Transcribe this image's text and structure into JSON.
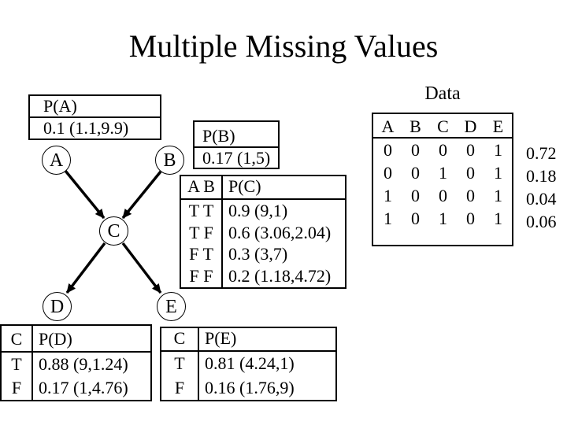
{
  "slide": {
    "title": "Multiple Missing Values"
  },
  "network": {
    "nodes": [
      {
        "id": "A",
        "label": "A"
      },
      {
        "id": "B",
        "label": "B"
      },
      {
        "id": "C",
        "label": "C"
      },
      {
        "id": "D",
        "label": "D"
      },
      {
        "id": "E",
        "label": "E"
      }
    ],
    "edges": [
      {
        "from": "A",
        "to": "C"
      },
      {
        "from": "B",
        "to": "C"
      },
      {
        "from": "C",
        "to": "D"
      },
      {
        "from": "C",
        "to": "E"
      }
    ]
  },
  "cpt": {
    "a": {
      "header": "P(A)",
      "value": "0.1 (1.1,9.9)"
    },
    "b": {
      "header": "P(B)",
      "value": "0.17 (1,5)"
    },
    "c": {
      "cond_header": "A B",
      "prob_header": "P(C)",
      "rows": [
        {
          "cond": "T T",
          "prob": "0.9 (9,1)"
        },
        {
          "cond": "T F",
          "prob": "0.6 (3.06,2.04)"
        },
        {
          "cond": "F T",
          "prob": "0.3 (3,7)"
        },
        {
          "cond": "F F",
          "prob": "0.2 (1.18,4.72)"
        }
      ]
    },
    "d": {
      "cond_header": "C",
      "prob_header": "P(D)",
      "rows": [
        {
          "cond": "T",
          "prob": "0.88 (9,1.24)"
        },
        {
          "cond": "F",
          "prob": "0.17 (1,4.76)"
        }
      ]
    },
    "e": {
      "cond_header": "C",
      "prob_header": "P(E)",
      "rows": [
        {
          "cond": "T",
          "prob": "0.81 (4.24,1)"
        },
        {
          "cond": "F",
          "prob": "0.16 (1.76,9)"
        }
      ]
    }
  },
  "data_section": {
    "label": "Data",
    "columns": [
      "A",
      "B",
      "C",
      "D",
      "E"
    ],
    "rows": [
      [
        "0",
        "0",
        "0",
        "0",
        "1"
      ],
      [
        "0",
        "0",
        "1",
        "0",
        "1"
      ],
      [
        "1",
        "0",
        "0",
        "0",
        "1"
      ],
      [
        "1",
        "0",
        "1",
        "0",
        "1"
      ]
    ],
    "weights": [
      "0.72",
      "0.18",
      "0.04",
      "0.06"
    ]
  }
}
